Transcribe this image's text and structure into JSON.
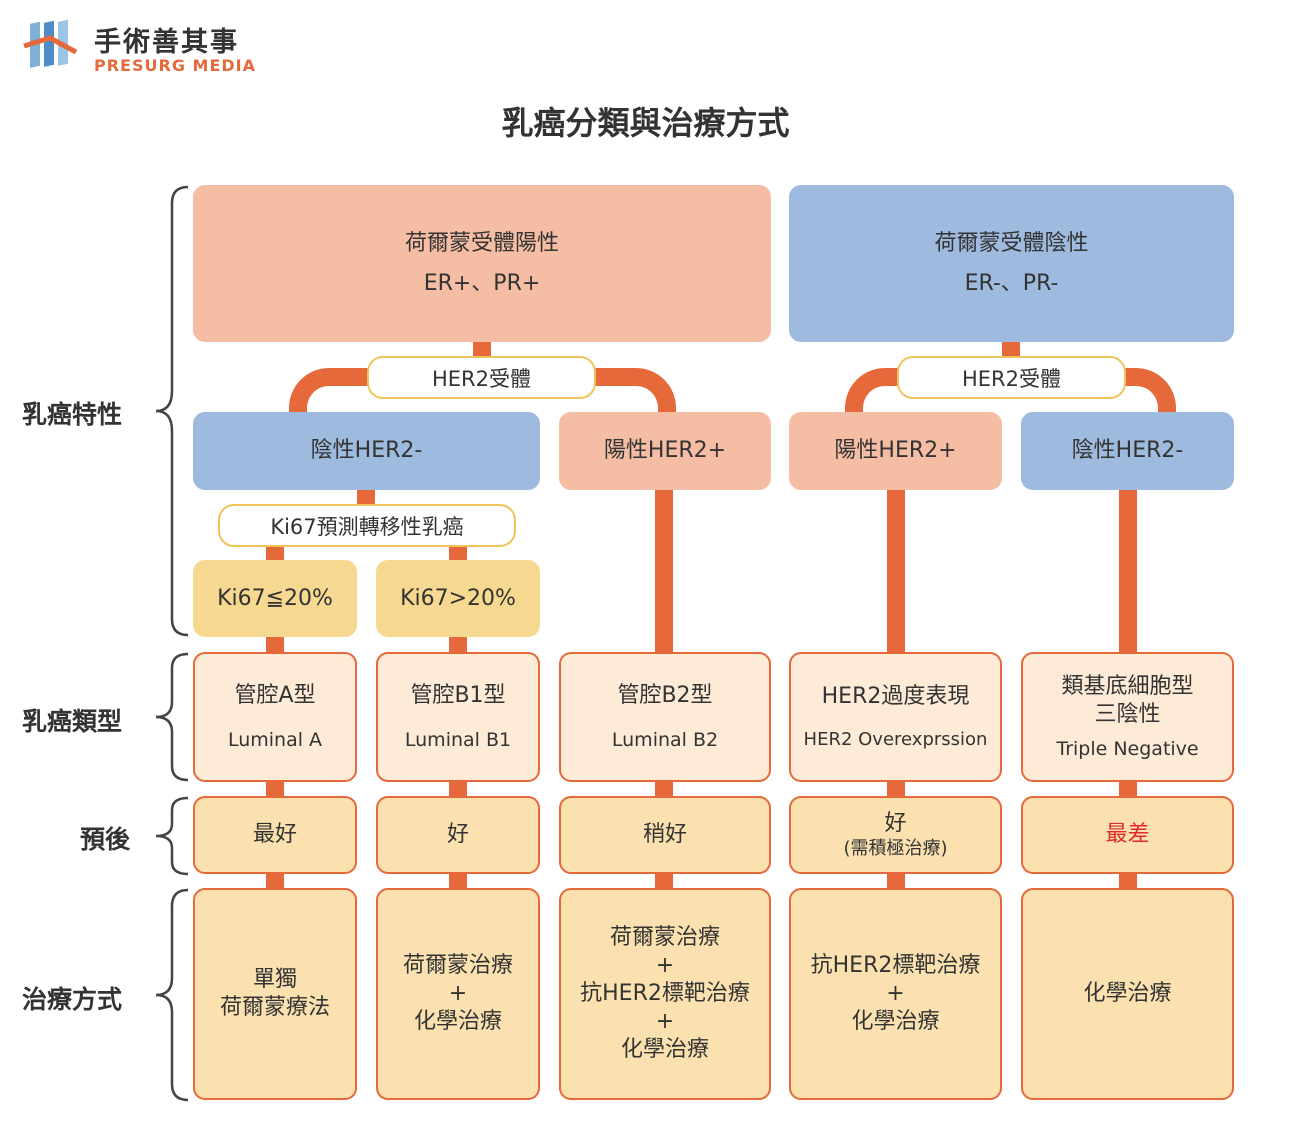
{
  "brand": {
    "name_cn": "手術善其事",
    "name_en": "PRESURG MEDIA"
  },
  "title": "乳癌分類與治療方式",
  "row_labels": [
    "乳癌特性",
    "乳癌類型",
    "預後",
    "治療方式"
  ],
  "receptor_pos": {
    "title": "荷爾蒙受體陽性",
    "sub": "ER+、PR+"
  },
  "receptor_neg": {
    "title": "荷爾蒙受體陰性",
    "sub": "ER-、PR-"
  },
  "her2_label": "HER2受體",
  "her2_boxes": [
    "陰性HER2-",
    "陽性HER2+",
    "陽性HER2+",
    "陰性HER2-"
  ],
  "ki67_label": "Ki67預測轉移性乳癌",
  "ki67_boxes": [
    "Ki67≦20%",
    "Ki67>20%"
  ],
  "types": [
    {
      "cn": "管腔A型",
      "en": "Luminal A"
    },
    {
      "cn": "管腔B1型",
      "en": "Luminal B1"
    },
    {
      "cn": "管腔B2型",
      "en": "Luminal B2"
    },
    {
      "cn": "HER2過度表現",
      "en": "HER2 Overexprssion"
    },
    {
      "cn1": "類基底細胞型",
      "cn2": "三陰性",
      "en": "Triple Negative"
    }
  ],
  "prognosis": [
    "最好",
    "好",
    "稍好",
    "好",
    "(需積極治療)",
    "最差"
  ],
  "treatment": {
    "t1": [
      "單獨",
      "荷爾蒙療法"
    ],
    "t2": [
      "荷爾蒙治療",
      "+",
      "化學治療"
    ],
    "t3": [
      "荷爾蒙治療",
      "+",
      "抗HER2標靶治療",
      "+",
      "化學治療"
    ],
    "t4": [
      "抗HER2標靶治療",
      "+",
      "化學治療"
    ],
    "t5": [
      "化學治療"
    ]
  },
  "colors": {
    "accent": "#e5693a",
    "pink": "#f5bea4",
    "blue": "#9fbadf",
    "yellow": "#f7d890",
    "worst": "#e02b2b"
  }
}
